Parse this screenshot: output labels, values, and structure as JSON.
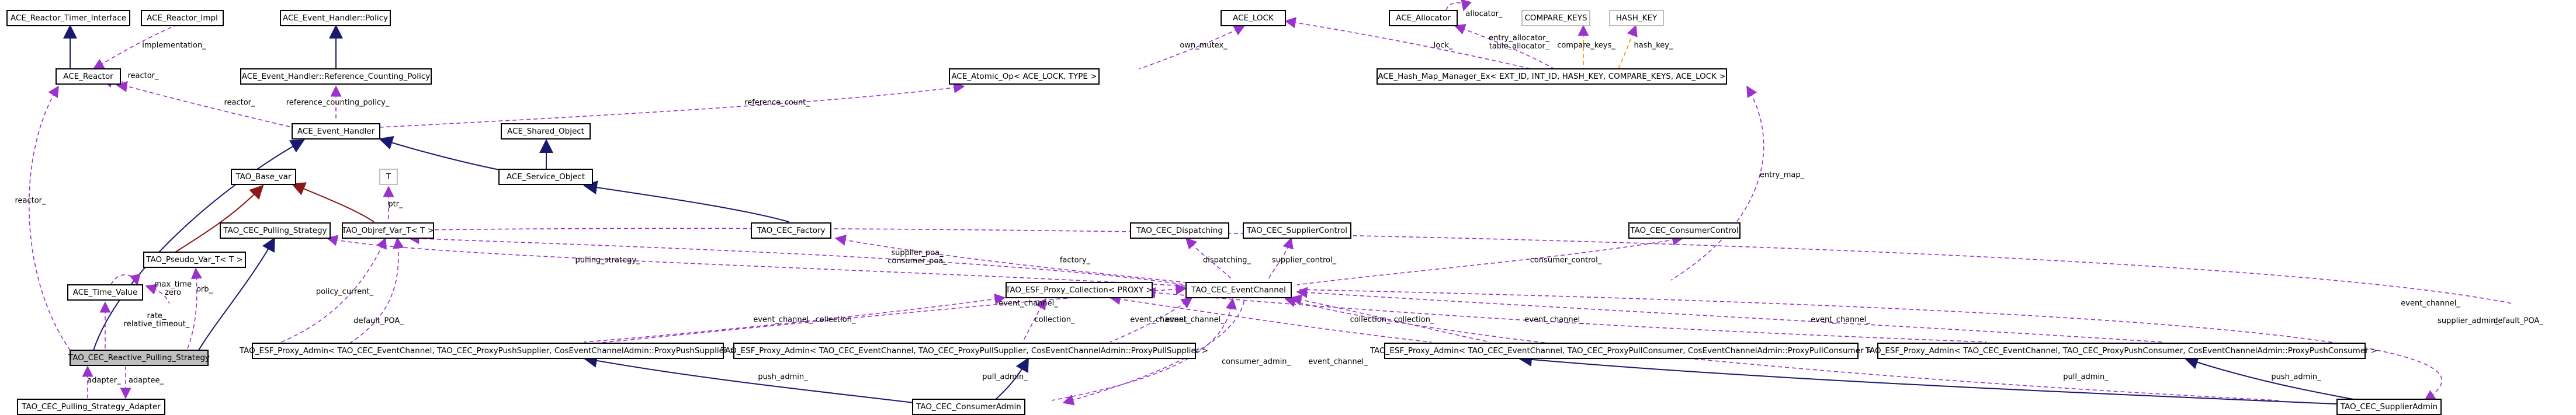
{
  "nodes": {
    "ace_reactor_timer_interface": "ACE_Reactor_Timer_Interface",
    "ace_reactor_impl": "ACE_Reactor_Impl",
    "ace_reactor": "ACE_Reactor",
    "ace_event_handler_policy": "ACE_Event_Handler::Policy",
    "ace_event_handler_rcp": "ACE_Event_Handler::Reference_Counting_Policy",
    "ace_event_handler": "ACE_Event_Handler",
    "ace_shared_object": "ACE_Shared_Object",
    "ace_service_object": "ACE_Service_Object",
    "ace_lock": "ACE_LOCK",
    "ace_atomic_op": "ACE_Atomic_Op< ACE_LOCK, TYPE >",
    "ace_allocator": "ACE_Allocator",
    "compare_keys": "COMPARE_KEYS",
    "hash_key": "HASH_KEY",
    "ace_hash_map_manager": "ACE_Hash_Map_Manager_Ex< EXT_ID, INT_ID, HASH_KEY, COMPARE_KEYS, ACE_LOCK >",
    "tao_base_var": "TAO_Base_var",
    "t": "T",
    "tao_cec_pulling_strategy": "TAO_CEC_Pulling_Strategy",
    "tao_objref_var_t": "TAO_Objref_Var_T< T >",
    "tao_pseudo_var_t": "TAO_Pseudo_Var_T< T >",
    "ace_time_value": "ACE_Time_Value",
    "tao_cec_reactive_pulling_strategy": "TAO_CEC_Reactive_Pulling_Strategy",
    "tao_cec_pulling_strategy_adapter": "TAO_CEC_Pulling_Strategy_Adapter",
    "tao_cec_factory": "TAO_CEC_Factory",
    "tao_cec_dispatching": "TAO_CEC_Dispatching",
    "tao_cec_suppliercontrol": "TAO_CEC_SupplierControl",
    "tao_cec_consumercontrol": "TAO_CEC_ConsumerControl",
    "tao_esf_proxy_collection": "TAO_ESF_Proxy_Collection< PROXY >",
    "tao_cec_eventchannel": "TAO_CEC_EventChannel",
    "tao_esf_admin_pushsupplier": "TAO_ESF_Proxy_Admin< TAO_CEC_EventChannel, TAO_CEC_ProxyPushSupplier, CosEventChannelAdmin::ProxyPushSupplier >",
    "tao_esf_admin_pullsupplier": "TAO_ESF_Proxy_Admin< TAO_CEC_EventChannel, TAO_CEC_ProxyPullSupplier, CosEventChannelAdmin::ProxyPullSupplier >",
    "tao_esf_admin_pullconsumer": "TAO_ESF_Proxy_Admin< TAO_CEC_EventChannel, TAO_CEC_ProxyPullConsumer, CosEventChannelAdmin::ProxyPullConsumer >",
    "tao_esf_admin_pushconsumer": "TAO_ESF_Proxy_Admin< TAO_CEC_EventChannel, TAO_CEC_ProxyPushConsumer, CosEventChannelAdmin::ProxyPushConsumer >",
    "tao_cec_consumeradmin": "TAO_CEC_ConsumerAdmin",
    "tao_cec_supplieradmin": "TAO_CEC_SupplierAdmin"
  },
  "edge_labels": {
    "implementation": "implementation_",
    "reactor_self": "reactor_",
    "reactor_eh": "reactor_",
    "reactor_left": "reactor_",
    "reference_counting_policy": "reference_counting_policy_",
    "reference_count": "reference_count_",
    "own_mutex": "own_mutex_",
    "allocator": "allocator_",
    "lock": "lock_",
    "entry_table_allocator": "entry_allocator_\ntable_allocator_",
    "compare_keys": "compare_keys_",
    "hash_key": "hash_key_",
    "entry_map": "entry_map_",
    "ptr": "ptr_",
    "max_time_zero": "max_time\nzero",
    "orb": "orb_",
    "rate_relative_timeout": "rate_\nrelative_timeout_",
    "policy_current": "policy_current_",
    "default_poa_1": "default_POA_",
    "default_poa_2": "default_POA_",
    "pulling_strategy": "pulling_strategy_",
    "supplier_poa_consumer_poa": "supplier_poa_\nconsumer_poa_",
    "factory": "factory_",
    "dispatching": "dispatching_",
    "supplier_control": "supplier_control_",
    "consumer_control": "consumer_control_",
    "collection_1": "collection_",
    "collection_2": "collection_",
    "collection_3": "collection_",
    "collection_4": "collection_",
    "event_channel_1": "event_channel_",
    "event_channel_2": "event_channel_",
    "event_channel_3": "event_channel_",
    "event_channel_4": "event_channel_",
    "event_channel_5": "event_channel_",
    "event_channel_6": "event_channel_",
    "event_channel_7": "event_channel_",
    "event_channel_8": "event_channel_",
    "consumer_admin": "consumer_admin_",
    "supplier_admin": "supplier_admin_",
    "push_admin_1": "push_admin_",
    "push_admin_2": "push_admin_",
    "pull_admin_1": "pull_admin_",
    "pull_admin_2": "pull_admin_",
    "adapter": "adapter_",
    "adaptee": "adaptee_"
  },
  "colors": {
    "inheritance_edge": "#191970",
    "template_edge": "#8b1a1a",
    "usage_edge": "#9a32cd",
    "focus_fill": "#bfbfbf"
  }
}
